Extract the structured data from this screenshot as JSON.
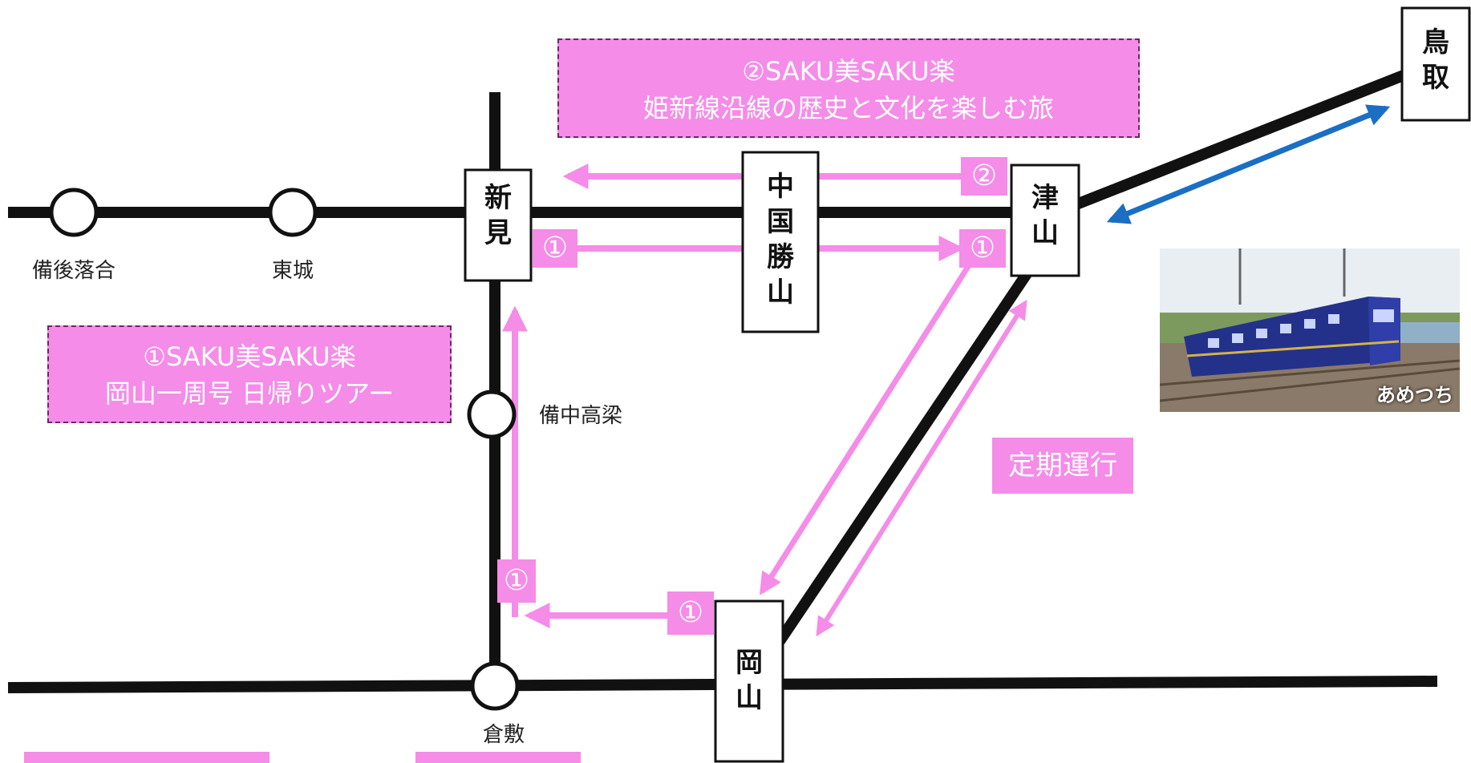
{
  "stations": {
    "niimi": "新\n見",
    "chugoku_katsuyama": "中\n国\n勝\n山",
    "tsuyama": "津\n山",
    "tottori": "鳥\n取",
    "okayama": "岡\n山"
  },
  "small_stations": {
    "bingo_ochiai": "備後落合",
    "tojo": "東城",
    "bitchu_takahashi": "備中高梁",
    "kurashiki": "倉敷"
  },
  "tour1": {
    "line1": "①SAKU美SAKU楽",
    "line2": "岡山一周号 日帰りツアー",
    "marker": "①"
  },
  "tour2": {
    "line1": "②SAKU美SAKU楽",
    "line2": "姫新線沿線の歴史と文化を楽しむ旅",
    "marker": "②"
  },
  "regular_badge": "定期運行",
  "photo_caption": "あめつち",
  "colors": {
    "pink": "#f48ce8",
    "line_black": "#111111",
    "blue_arrow": "#1a6fc4"
  }
}
